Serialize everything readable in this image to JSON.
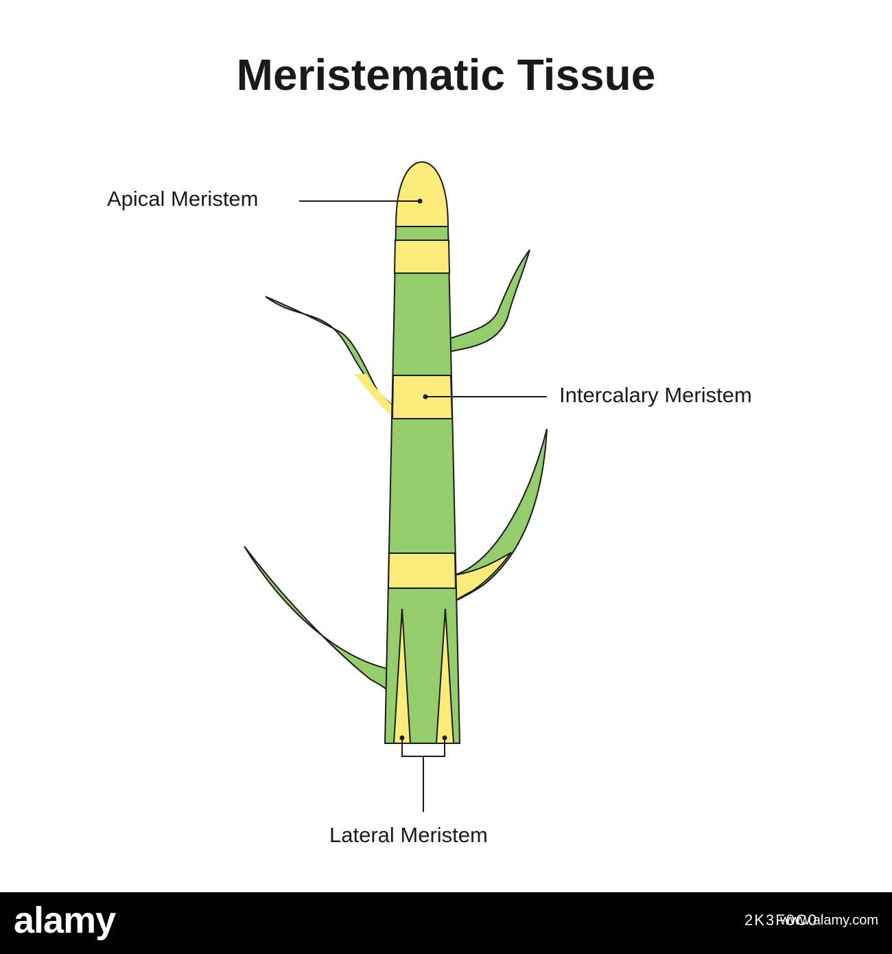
{
  "diagram": {
    "title": "Meristematic Tissue",
    "labels": {
      "apical": "Apical Meristem",
      "intercalary": "Intercalary Meristem",
      "lateral": "Lateral Meristem"
    },
    "colors": {
      "stem_green": "#95cc6c",
      "meristem_yellow": "#fbec7a",
      "outline": "#1a1a1a",
      "background": "#ffffff"
    }
  },
  "footer": {
    "logo_text": "alamy",
    "image_id": "2K3F0C0",
    "site": "www.alamy.com",
    "background": "#000000"
  }
}
